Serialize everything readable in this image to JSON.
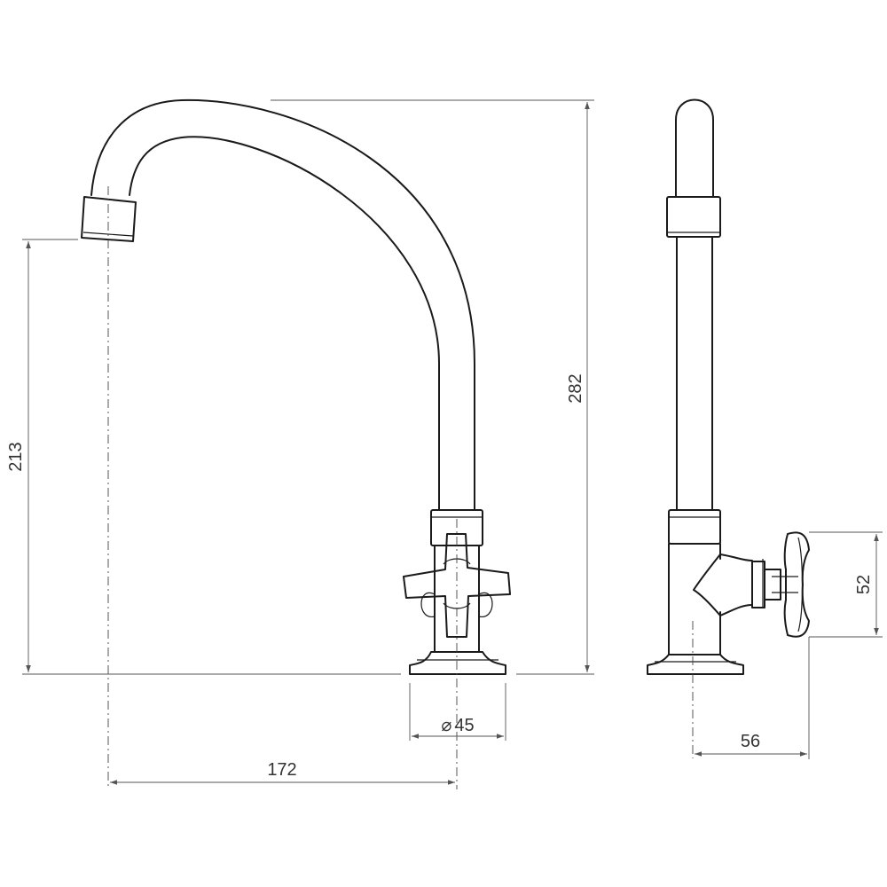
{
  "dimensions": {
    "outlet_height": "213",
    "total_height": "282",
    "base_diameter": "45",
    "spout_reach": "172",
    "handle_projection": "56",
    "handle_height": "52"
  },
  "symbols": {
    "diameter": "⌀"
  },
  "colors": {
    "line": "#1a1a1a",
    "dimension": "#555555",
    "text": "#333333",
    "background": "#ffffff"
  }
}
